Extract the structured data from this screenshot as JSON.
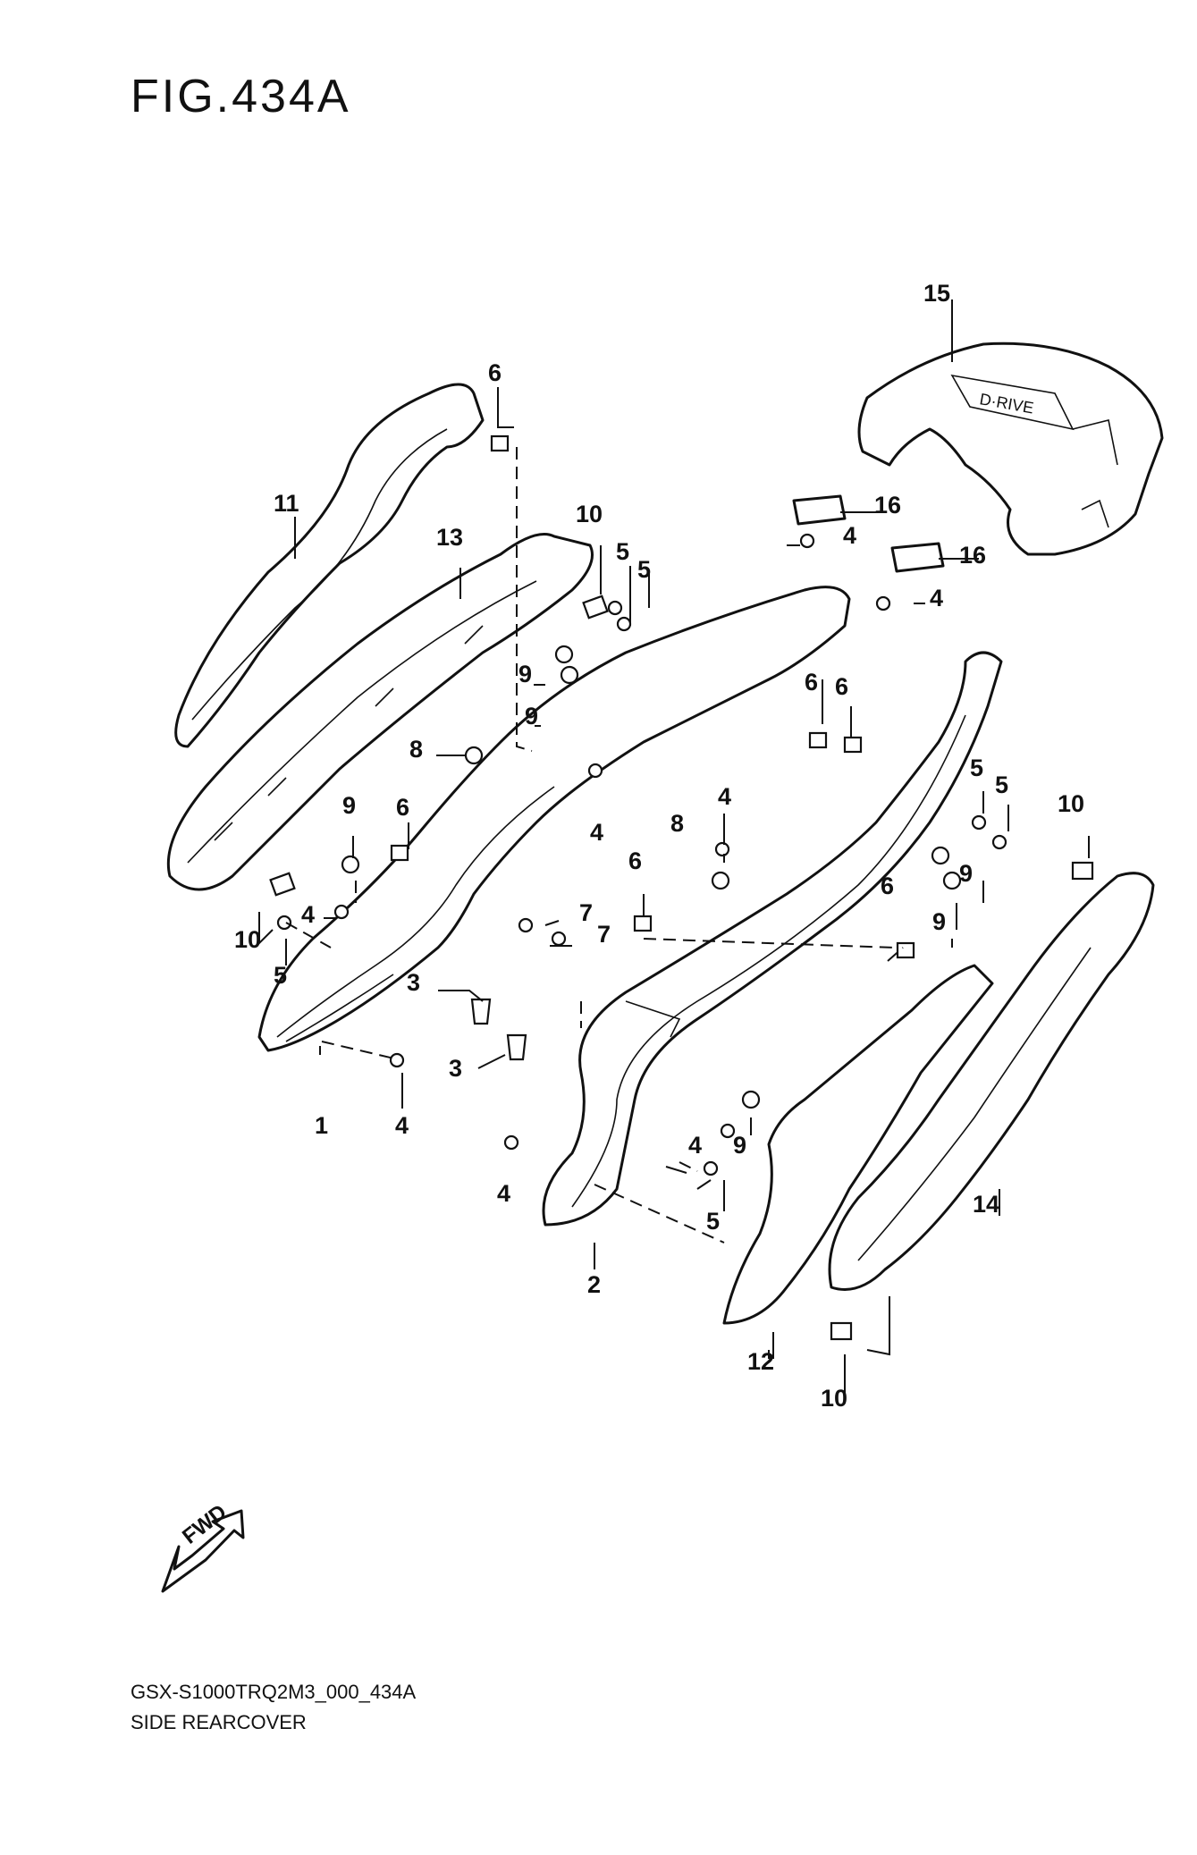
{
  "figure": {
    "title": "FIG.434A",
    "code": "GSX-S1000TRQ2M3_000_434A",
    "caption": "SIDE REARCOVER",
    "fwd_label": "FWD"
  },
  "callouts": {
    "c1": "1",
    "c2": "2",
    "c3a": "3",
    "c3b": "3",
    "c4a": "4",
    "c4b": "4",
    "c4c": "4",
    "c4d": "4",
    "c4e": "4",
    "c4f": "4",
    "c4g": "4",
    "c4h": "4",
    "c5a": "5",
    "c5b": "5",
    "c5c": "5",
    "c5d": "5",
    "c5e": "5",
    "c5f": "5",
    "c6a": "6",
    "c6b": "6",
    "c6c": "6",
    "c6d": "6",
    "c6e": "6",
    "c6f": "6",
    "c7a": "7",
    "c7b": "7",
    "c8a": "8",
    "c8b": "8",
    "c9a": "9",
    "c9b": "9",
    "c9c": "9",
    "c9d": "9",
    "c9e": "9",
    "c9f": "9",
    "c10a": "10",
    "c10b": "10",
    "c10c": "10",
    "c10d": "10",
    "c11": "11",
    "c12": "12",
    "c13": "13",
    "c14": "14",
    "c15": "15",
    "c16a": "16",
    "c16b": "16"
  }
}
